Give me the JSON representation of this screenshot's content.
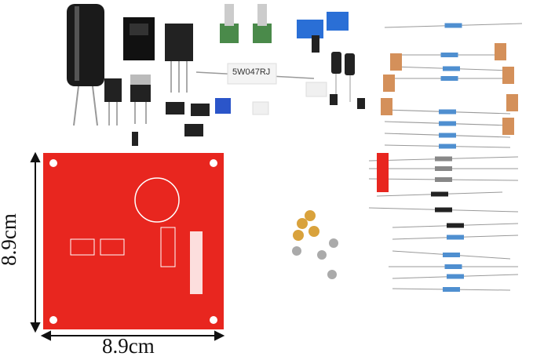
{
  "labels": {
    "height_dimension": "8.9cm",
    "width_dimension": "8.9cm",
    "power_resistor_marking": "5W047RJ"
  },
  "colors": {
    "pcb": "#e8261f",
    "capacitor": "#1a1a1a",
    "trimmer": "#2b55c9",
    "terminal": "#2a6fd6",
    "resistor_body": "#4f8fd0",
    "ceramic_cap": "#d9a23c"
  }
}
